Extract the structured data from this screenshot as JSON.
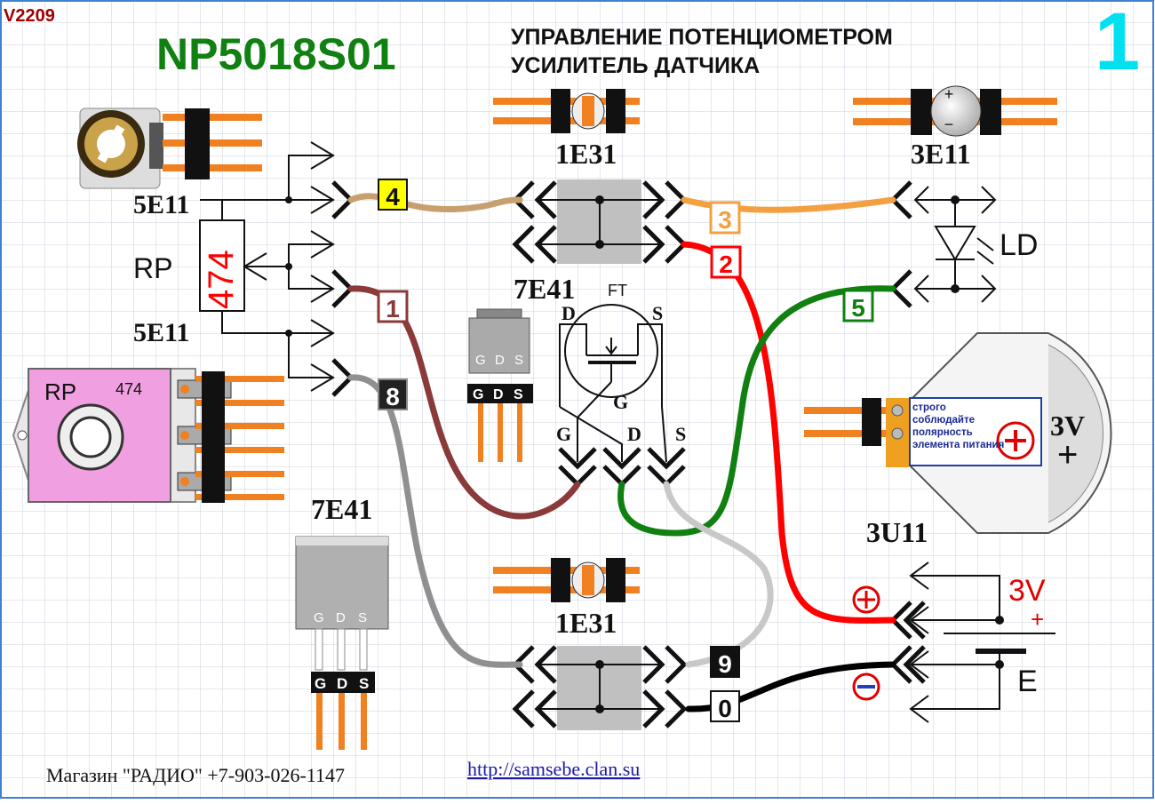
{
  "version": "V2209",
  "model": "NP5018S01",
  "title_line1": "УПРАВЛЕНИЕ ПОТЕНЦИОМЕТРОМ",
  "title_line2": "УСИЛИТЕЛЬ ДАТЧИКА",
  "page_number": "1",
  "pot": {
    "label_top": "5E11",
    "label_bottom": "5E11",
    "rp": "RP",
    "value": "474",
    "board_rp": "RP",
    "board_value": "474"
  },
  "jumper_top": {
    "label": "1E31"
  },
  "jumper_bottom": {
    "label": "1E31"
  },
  "cap": {
    "label": "3E11",
    "plus": "+",
    "minus": "−"
  },
  "led": {
    "label": "LD"
  },
  "transistor": {
    "label": "7E41",
    "ft": "FT",
    "d": "D",
    "s": "S",
    "g": "G",
    "pins": [
      "G",
      "D",
      "S"
    ]
  },
  "transistor_small": {
    "pins": [
      "G",
      "D",
      "S"
    ]
  },
  "transistor_large": {
    "label": "7E41",
    "pins": [
      "G",
      "D",
      "S"
    ]
  },
  "battery": {
    "label": "3U11",
    "voltage": "3V",
    "plus": "+",
    "warning": "строго соблюдайте полярность элемента питания",
    "side_voltage": "3V",
    "side_plus": "+",
    "e": "E"
  },
  "wires": [
    "4",
    "3",
    "2",
    "1",
    "5",
    "8",
    "9",
    "0"
  ],
  "colors": {
    "w4": "#c8a070",
    "w3": "#f4a040",
    "w2": "#ff0000",
    "w1": "#8b3a3a",
    "w5": "#108010",
    "w8": "#909090",
    "w9": "#c8c8c8",
    "w0": "#000000",
    "title_green": "#108010",
    "cyan": "#00e0f0",
    "version": "#a00000"
  },
  "footer": {
    "shop": "Магазин \"РАДИО\" +7-903-026-1147",
    "url": "http://samsebe.clan.su"
  }
}
